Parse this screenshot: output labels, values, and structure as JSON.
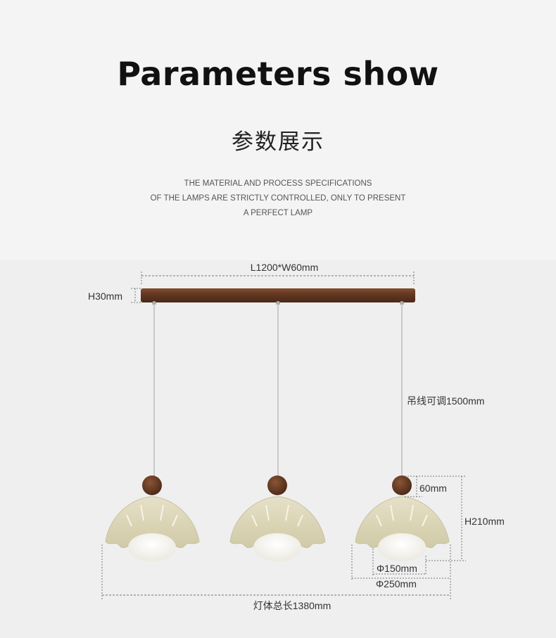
{
  "header": {
    "title": "Parameters show",
    "subtitle": "参数展示",
    "description_lines": [
      "THE MATERIAL AND PROCESS SPECIFICATIONS",
      "OF THE LAMPS ARE STRICTLY CONTROLLED, ONLY TO PRESENT",
      "A PERFECT LAMP"
    ]
  },
  "dimensions": {
    "base_size": "L1200*W60mm",
    "base_height": "H30mm",
    "cable_length": "吊线可调1500mm",
    "cap_height": "60mm",
    "shade_height": "H210mm",
    "inner_diameter": "Φ150mm",
    "outer_diameter": "Φ250mm",
    "total_length": "灯体总长1380mm"
  },
  "colors": {
    "wood": "#6b3e26",
    "shade": "#ded9bc",
    "cable": "#cfcfcf"
  }
}
